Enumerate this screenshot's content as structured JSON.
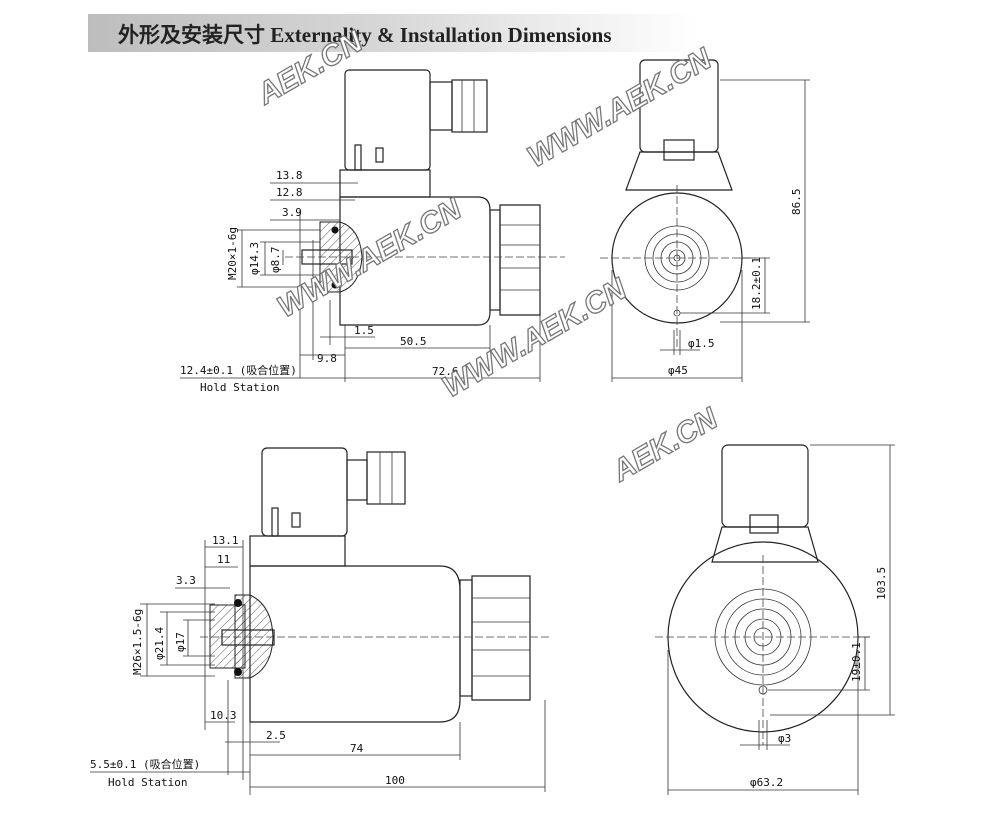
{
  "title": "外形及安装尺寸  Externality & Installation Dimensions",
  "watermarks": [
    "AEK.CN",
    "WWW.AEK.CN",
    "WWW.AEK.CN",
    "WWW.AEK.CN",
    "AEK.CN"
  ],
  "top_side_view": {
    "dims": {
      "d13_8": "13.8",
      "d12_8": "12.8",
      "d3_9": "3.9",
      "thread": "M20×1-6g",
      "phi14_3": "φ14.3",
      "phi8_7": "φ8.7",
      "d1_5": "1.5",
      "d50_5": "50.5",
      "d9_8": "9.8",
      "d72_6": "72.6"
    },
    "hold_label": "12.4±0.1 (吸合位置)",
    "hold_sub": "Hold Station"
  },
  "top_front_view": {
    "dims": {
      "h86_5": "86.5",
      "h18_2": "18.2±0.1",
      "phi1_5": "φ1.5",
      "phi45": "φ45"
    }
  },
  "bottom_side_view": {
    "dims": {
      "d13_1": "13.1",
      "d11": "11",
      "d3_3": "3.3",
      "thread": "M26×1.5-6g",
      "phi21_4": "φ21.4",
      "phi17": "φ17",
      "d10_3": "10.3",
      "d2_5": "2.5",
      "d74": "74",
      "d100": "100"
    },
    "hold_label": "5.5±0.1 (吸合位置)",
    "hold_sub": "Hold Station"
  },
  "bottom_front_view": {
    "dims": {
      "h103_5": "103.5",
      "h19": "19±0.1",
      "phi3": "φ3",
      "phi63_2": "φ63.2"
    }
  }
}
